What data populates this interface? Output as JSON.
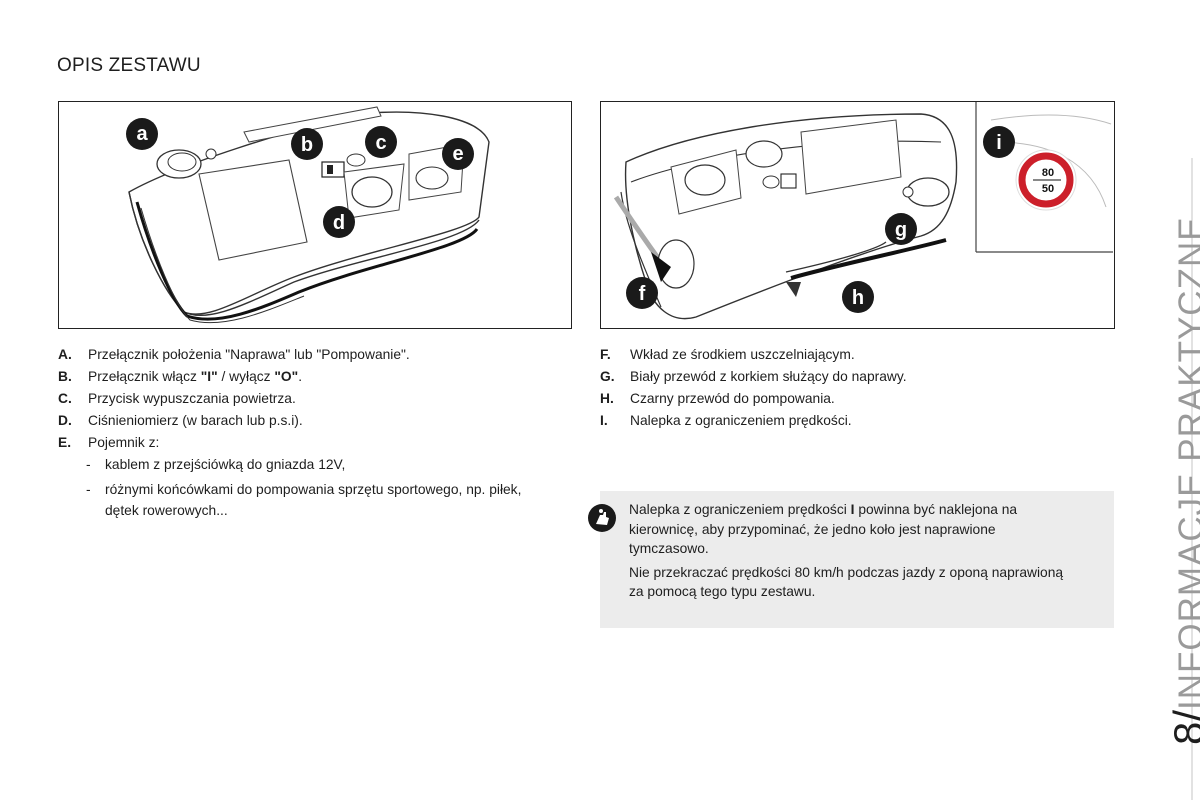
{
  "section": {
    "title": "OPIS ZESTAWU"
  },
  "figure_left": {
    "callouts": {
      "a": "a",
      "b": "b",
      "c": "c",
      "d": "d",
      "e": "e"
    }
  },
  "figure_right": {
    "callouts": {
      "f": "f",
      "g": "g",
      "h": "h",
      "i": "i"
    },
    "sticker": {
      "top_value": "80",
      "bottom_value": "50"
    }
  },
  "legend_left": {
    "items": [
      {
        "letter": "A.",
        "text": "Przełącznik położenia \"Naprawa\" lub \"Pompowanie\"."
      },
      {
        "letter": "B.",
        "text_pre": "Przełącznik włącz ",
        "bold_1": "\"I\"",
        "text_mid": " / wyłącz ",
        "bold_2": "\"O\"",
        "text_post": "."
      },
      {
        "letter": "C.",
        "text": "Przycisk wypuszczania powietrza."
      },
      {
        "letter": "D.",
        "text": "Ciśnieniomierz (w barach lub p.s.i)."
      },
      {
        "letter": "E.",
        "text": "Pojemnik z:"
      }
    ],
    "sub_items": [
      {
        "dash": "-",
        "text": "kablem z przejściówką do gniazda 12V,"
      },
      {
        "dash": "-",
        "text": "różnymi końcówkami do pompowania sprzętu sportowego, np. piłek, dętek rowerowych..."
      }
    ]
  },
  "legend_right": {
    "items": [
      {
        "letter": "F.",
        "text": "Wkład ze środkiem uszczelniającym."
      },
      {
        "letter": "G.",
        "text": "Biały przewód z korkiem służący do naprawy."
      },
      {
        "letter": "H.",
        "text": "Czarny przewód do pompowania."
      },
      {
        "letter": "I.",
        "text": "Nalepka z ograniczeniem prędkości."
      }
    ]
  },
  "info_box": {
    "icon": "info-hand-icon",
    "p1_pre": "Nalepka z ograniczeniem prędkości ",
    "p1_bold": "I",
    "p1_post": " powinna być naklejona na kierownicę, aby przypominać, że jedno koło jest naprawione tymczasowo.",
    "p2": "Nie przekraczać prędkości 80 km/h podczas jazdy z oponą naprawioną za pomocą tego typu zestawu."
  },
  "chapter": {
    "number": "8/",
    "name": "INFORMACJE PRAKTYCZNE"
  },
  "colors": {
    "text": "#1e1e1e",
    "chapter_grey": "#9a9a9a",
    "info_bg": "#ececec",
    "sticker_red": "#cc1f2a",
    "callout_fill": "#1a1a1a"
  }
}
